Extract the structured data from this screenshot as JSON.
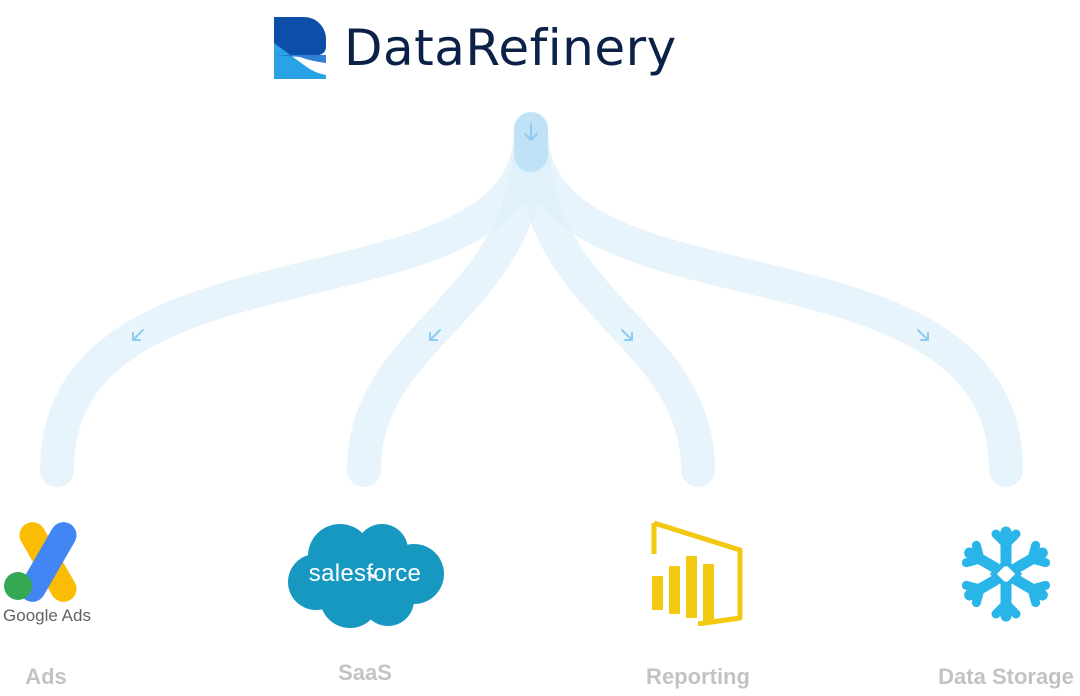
{
  "brand": {
    "name": "DataRefinery",
    "mark_colors": {
      "dark": "#0c4ea8",
      "light": "#2aa3e6"
    },
    "text_color": "#0b2147"
  },
  "flow": {
    "stroke_color": "#dff0fb",
    "arrow_color": "#9fd4f2"
  },
  "destinations": [
    {
      "label": "Ads",
      "logo": "google-ads-logo",
      "logo_text": "Google Ads"
    },
    {
      "label": "SaaS",
      "logo": "salesforce-logo",
      "logo_text": "salesforce"
    },
    {
      "label": "Reporting",
      "logo": "power-bi-logo"
    },
    {
      "label": "Data Storage",
      "logo": "snowflake-logo"
    }
  ],
  "colors": {
    "google_blue": "#4285f4",
    "google_yellow": "#fbbc04",
    "google_green": "#34a853",
    "salesforce_blue": "#1798c1",
    "powerbi_yellow": "#f2c811",
    "snowflake_blue": "#29b5e8",
    "label_gray": "#c3c3c3"
  }
}
